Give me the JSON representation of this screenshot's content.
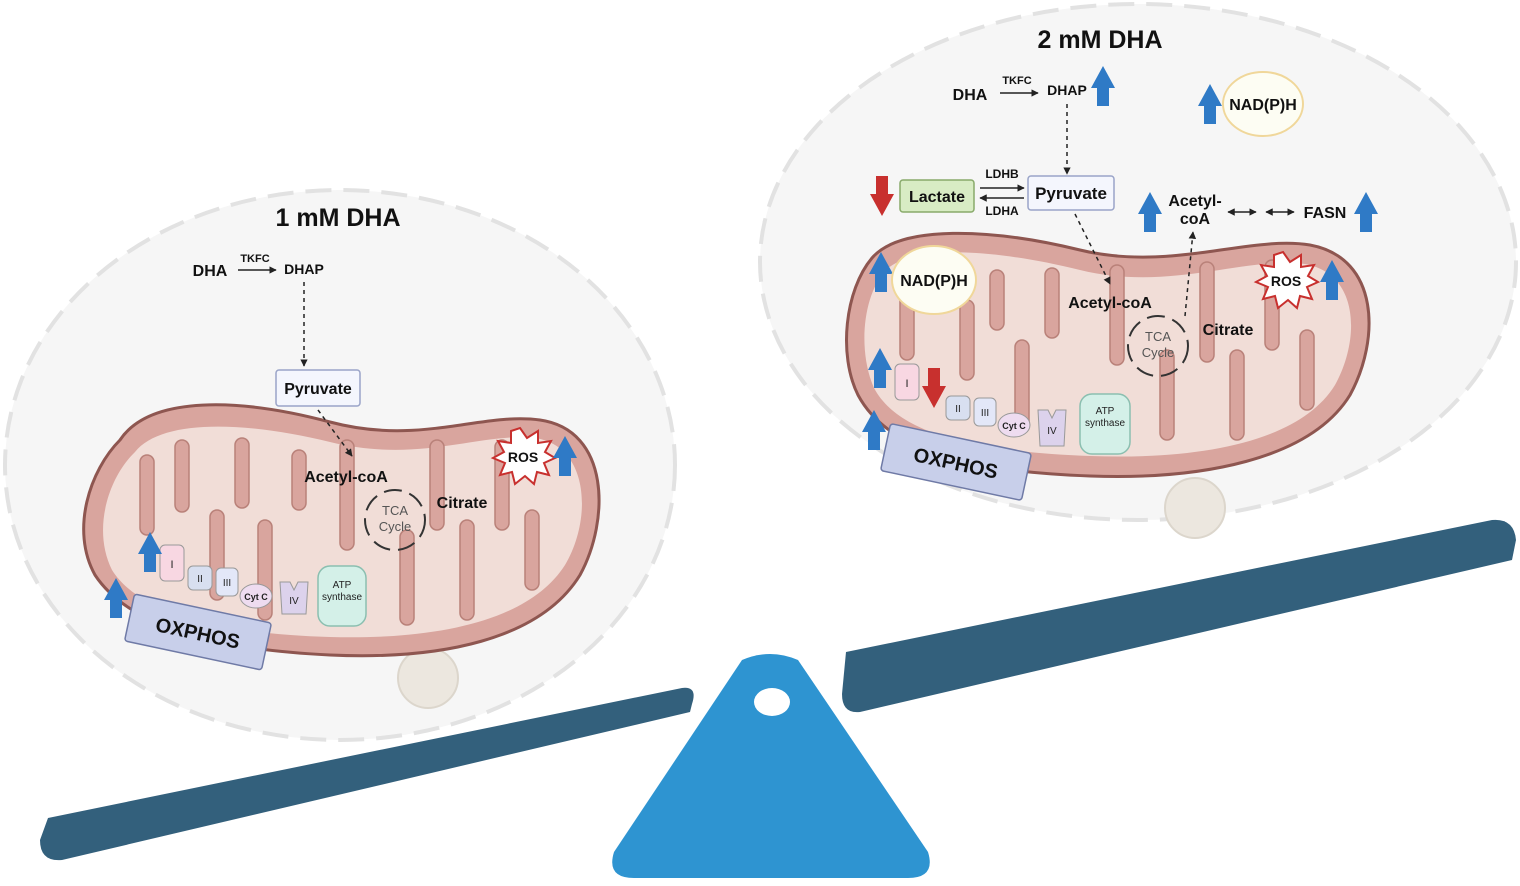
{
  "left_panel": {
    "title": "1 mM DHA",
    "dha": "DHA",
    "enzyme": "TKFC",
    "dhap": "DHAP",
    "pyruvate": "Pyruvate",
    "acetyl_coa": "Acetyl-coA",
    "tca_line1": "TCA",
    "tca_line2": "Cycle",
    "citrate": "Citrate",
    "ros": "ROS",
    "complex_1": "I",
    "complex_2": "II",
    "complex_3": "III",
    "cyt_c": "Cyt C",
    "complex_4": "IV",
    "atp_line1": "ATP",
    "atp_line2": "synthase",
    "oxphos": "OXPHOS"
  },
  "right_panel": {
    "title": "2 mM DHA",
    "dha": "DHA",
    "enzyme": "TKFC",
    "dhap": "DHAP",
    "nadph_top": "NAD(P)H",
    "lactate": "Lactate",
    "ldhb": "LDHB",
    "ldha": "LDHA",
    "pyruvate": "Pyruvate",
    "acetyl_coa_cyto_line1": "Acetyl-",
    "acetyl_coa_cyto_line2": "coA",
    "fasn": "FASN",
    "nadph_mito": "NAD(P)H",
    "ros": "ROS",
    "acetyl_coa": "Acetyl-coA",
    "tca_line1": "TCA",
    "tca_line2": "Cycle",
    "citrate": "Citrate",
    "complex_1": "I",
    "complex_2": "II",
    "complex_3": "III",
    "cyt_c": "Cyt C",
    "complex_4": "IV",
    "atp_line1": "ATP",
    "atp_line2": "synthase",
    "oxphos": "OXPHOS"
  },
  "colors": {
    "up_arrow": "#2f7ac6",
    "down_arrow": "#c8302e",
    "seesaw_beam": "#33607c",
    "fulcrum": "#2e94d1",
    "mito_outer": "#d9a59e",
    "mito_inner": "#f1ddd7",
    "lactate_fill": "#d8ecc4"
  }
}
